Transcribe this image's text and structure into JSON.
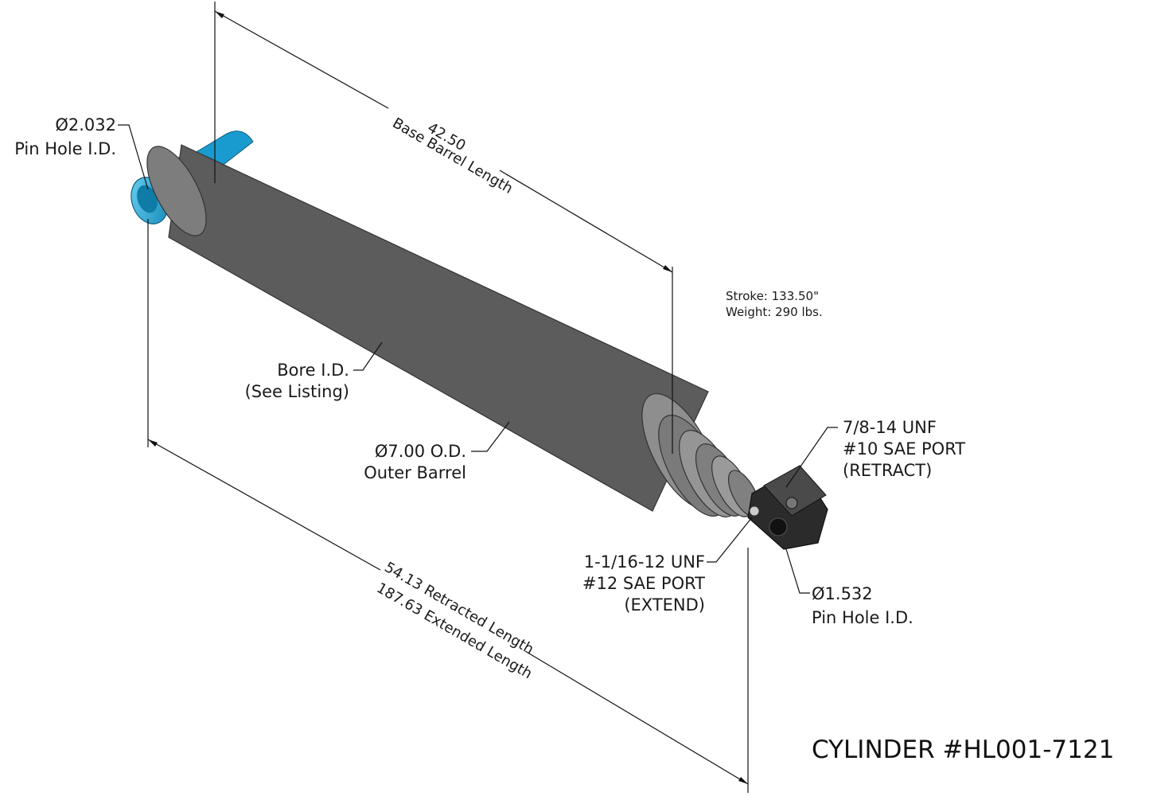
{
  "title": "CYLINDER #HL001-7121",
  "specs": {
    "stroke": "Stroke: 133.50\"",
    "weight": "Weight: 290 lbs."
  },
  "callouts": {
    "pin_hole_base": {
      "diameter": "Ø2.032",
      "label": "Pin Hole I.D."
    },
    "base_barrel": {
      "value": "42.50",
      "label": "Base Barrel Length"
    },
    "bore": {
      "line1": "Bore I.D.",
      "line2": "(See Listing)"
    },
    "outer_barrel": {
      "diameter": "Ø7.00 O.D.",
      "label": "Outer Barrel"
    },
    "overall_length": {
      "retracted": "54.13 Retracted Length",
      "extended": "187.63 Extended Length"
    },
    "retract_port": {
      "line1": "7/8-14 UNF",
      "line2": "#10 SAE PORT",
      "line3": "(RETRACT)"
    },
    "extend_port": {
      "line1": "1-1/16-12 UNF",
      "line2": "#12 SAE PORT",
      "line3": "(EXTEND)"
    },
    "pin_hole_rod": {
      "diameter": "Ø1.532",
      "label": "Pin Hole I.D."
    }
  },
  "colors": {
    "barrel": "#8a8a8a",
    "pin_eye": "#1ea3d8",
    "rod_end": "#2a2a2a"
  }
}
